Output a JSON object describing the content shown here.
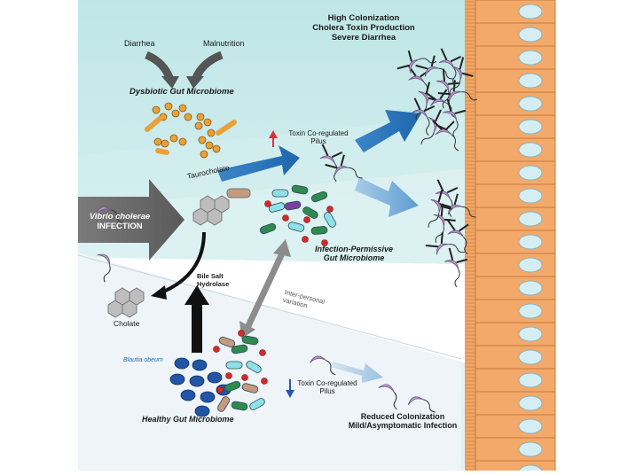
{
  "figure": {
    "top_labels": {
      "diarrhea": "Diarrhea",
      "malnutrition": "Malnutrition",
      "dysbiotic": "Dysbiotic Gut Microbiome"
    },
    "outcome_high": {
      "line1": "High Colonization",
      "line2": "Cholera Toxin Production",
      "line3": "Severe Diarrhea"
    },
    "tcp_up": {
      "line1": "Toxin Co-regulated",
      "line2": "Pilus"
    },
    "tcp_down": {
      "line1": "Toxin Co-regulated",
      "line2": "Pilus"
    },
    "taurocholate": "Taurocholate",
    "infection": {
      "line1": "Vibrio cholerae",
      "line2": "INFECTION"
    },
    "permissive": {
      "line1": "Infection-Permissive",
      "line2": "Gut Microbiome"
    },
    "bsh": {
      "line1": "Bile Salt",
      "line2": "Hydrolase"
    },
    "cholate": "Cholate",
    "variation": {
      "line1": "Inter-personal",
      "line2": "variation"
    },
    "blautia": "Blautia obeum",
    "healthy": "Healthy Gut Microbiome",
    "outcome_low": {
      "line1": "Reduced Colonization",
      "line2": "Mild/Asymptomatic Infection"
    },
    "colors": {
      "teal_bg": "#c6e9e9",
      "light_bg": "#eaf3f6",
      "epithelium": "#f2a96a",
      "nucleus": "#d4eef3",
      "vibrio": "#b79ac6",
      "blue_arrow": "#2a74bd",
      "light_blue_arrow": "#6fa8d8",
      "gray_arrow": "#6b6b6b",
      "orange_bacteria": "#e9a13a",
      "up_arrow": "#d9343a",
      "down_arrow": "#2257b8"
    }
  }
}
